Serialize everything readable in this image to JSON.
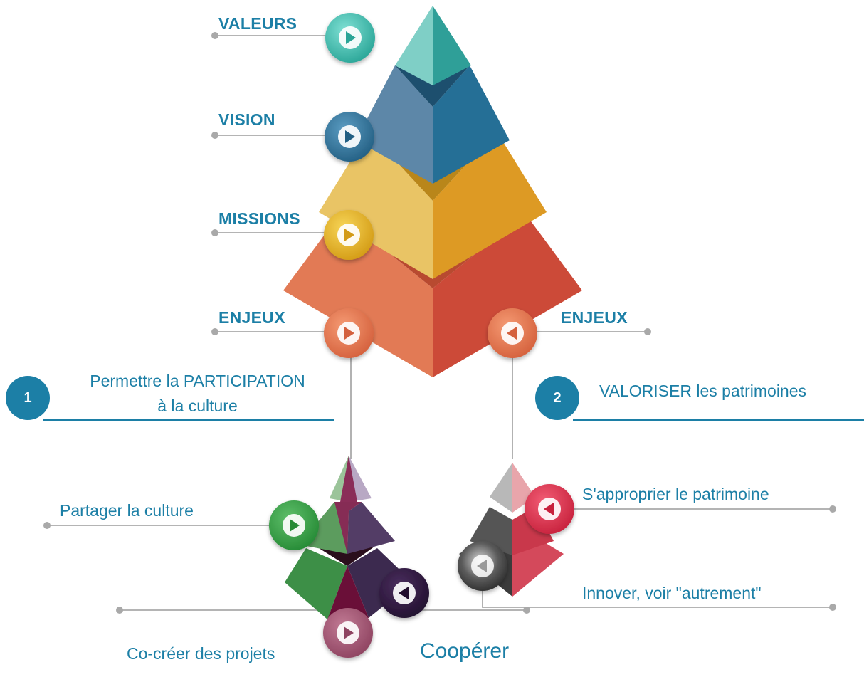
{
  "main_pyramid": {
    "levels": [
      {
        "label": "VALEURS",
        "color": "#3ab5a8"
      },
      {
        "label": "VISION",
        "color": "#2b6f94"
      },
      {
        "label": "MISSIONS",
        "color": "#e8b12a"
      },
      {
        "label": "ENJEUX",
        "color": "#e0704a"
      }
    ],
    "enjeux_right_label": "ENJEUX"
  },
  "enjeu_1": {
    "number": "1",
    "title_line1": "Permettre la PARTICIPATION",
    "title_line2": "à la culture",
    "items": [
      "Partager la culture",
      "Co-créer des projets",
      "Coopérer"
    ]
  },
  "enjeu_2": {
    "number": "2",
    "title": "VALORISER les patrimoines",
    "items": [
      "S'approprier le patrimoine",
      "Innover, voir \"autrement\""
    ]
  },
  "icons": {
    "play": "play-icon",
    "back": "play-reverse-icon"
  },
  "colors": {
    "accent": "#1c7fa6",
    "line": "#a9a9a9"
  }
}
